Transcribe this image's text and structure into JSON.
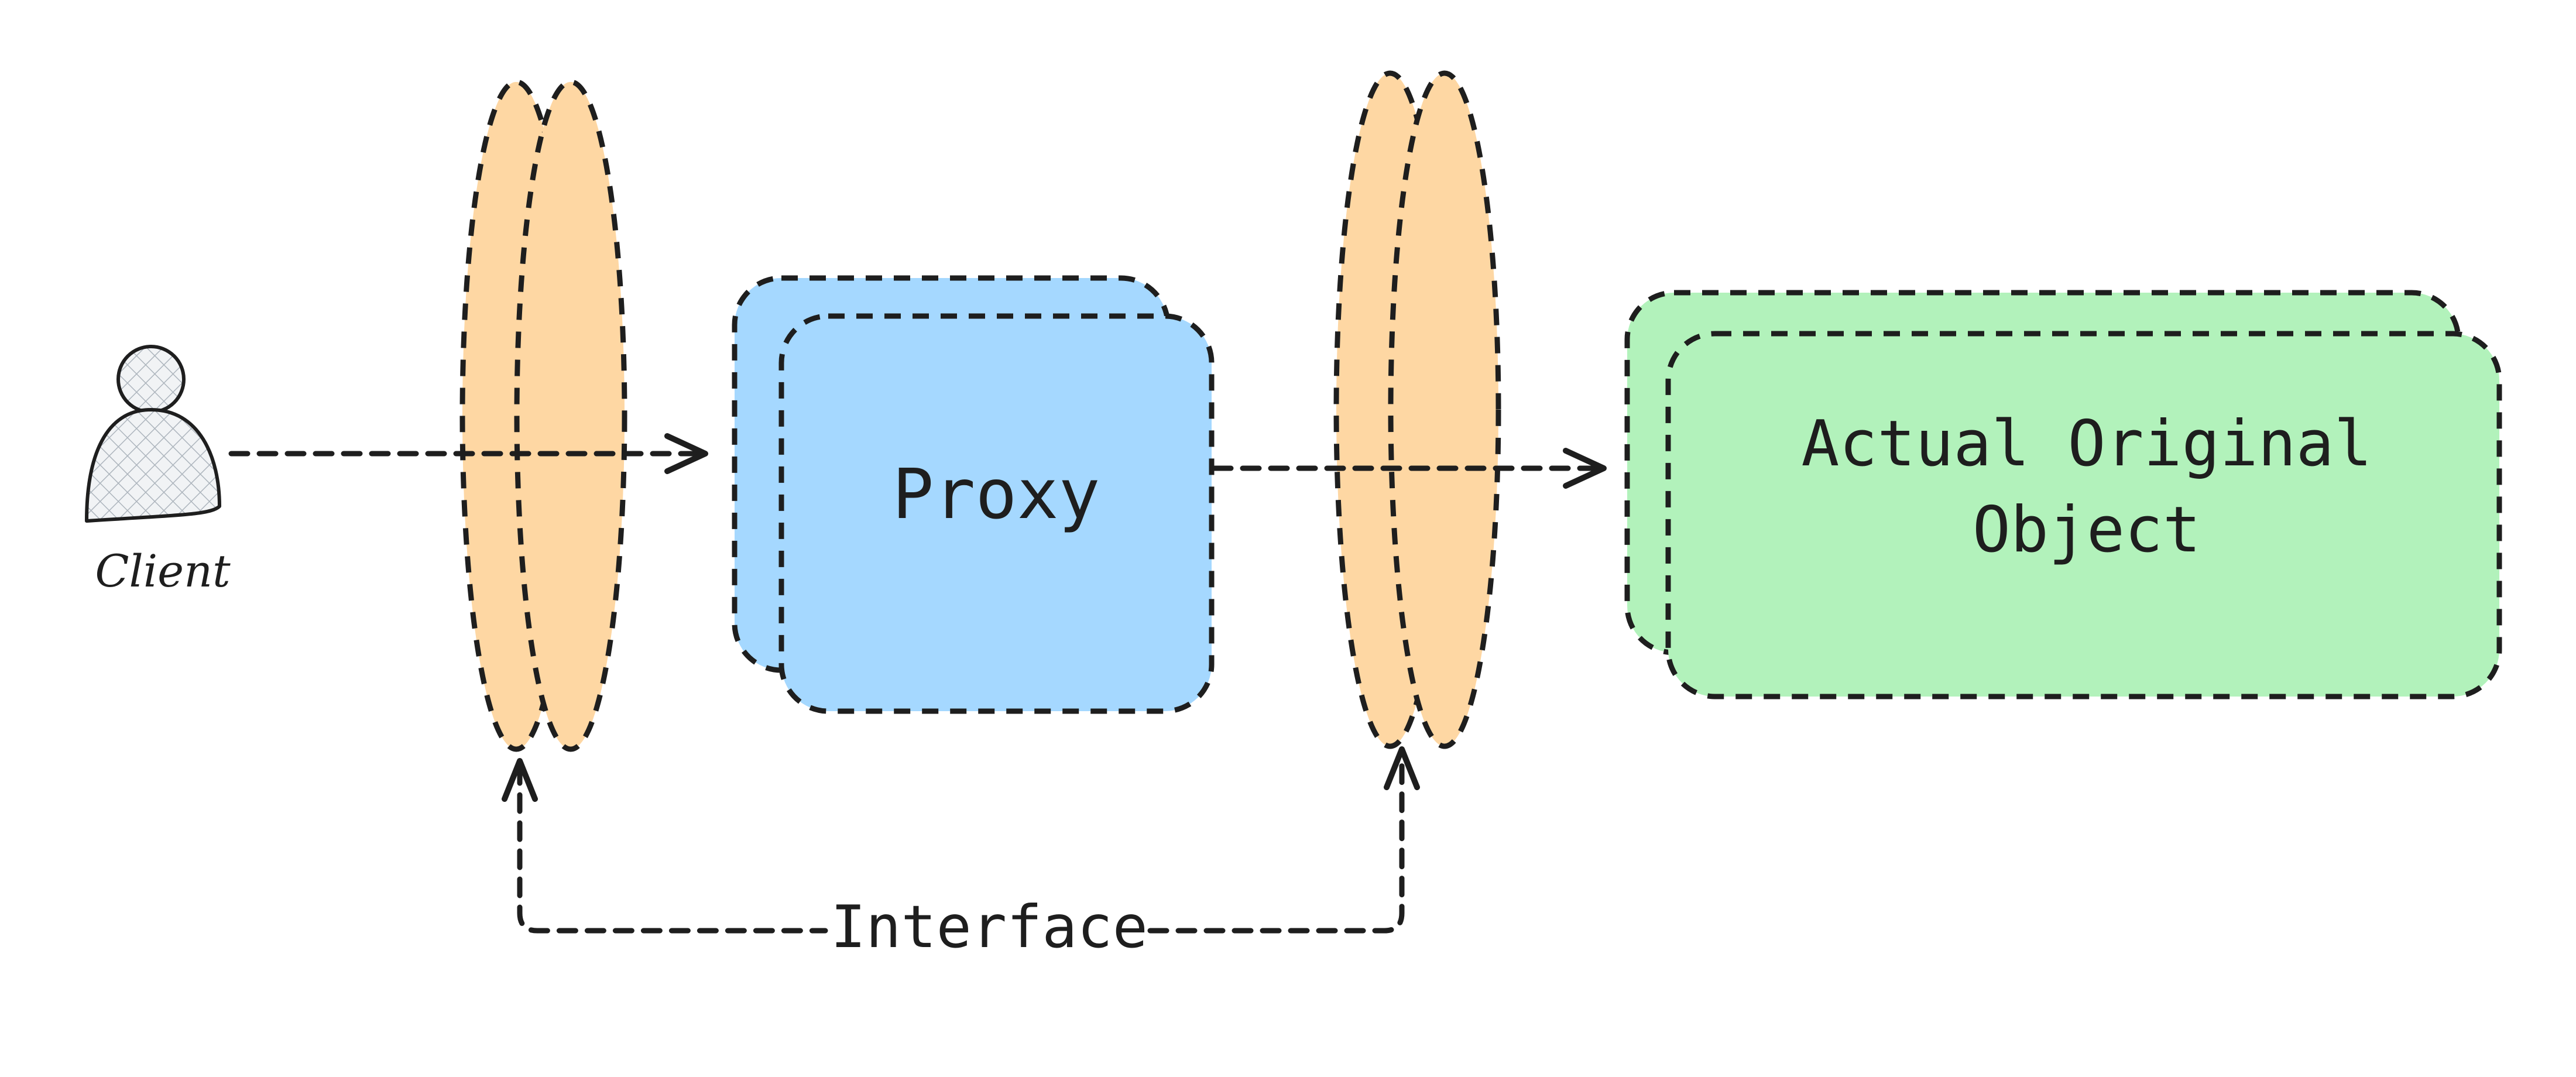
{
  "diagram": {
    "client_label": "Client",
    "proxy_label": "Proxy",
    "original_object_label_line1": "Actual Original",
    "original_object_label_line2": "Object",
    "interface_label": "Interface"
  },
  "colors": {
    "interface_fill": "#fed7a3",
    "proxy_fill": "#a5d8ff",
    "original_fill": "#b2f2bb",
    "stroke": "#1e1e1e",
    "client_fill": "#e9ecef"
  },
  "icons": {
    "client": "person-icon"
  }
}
